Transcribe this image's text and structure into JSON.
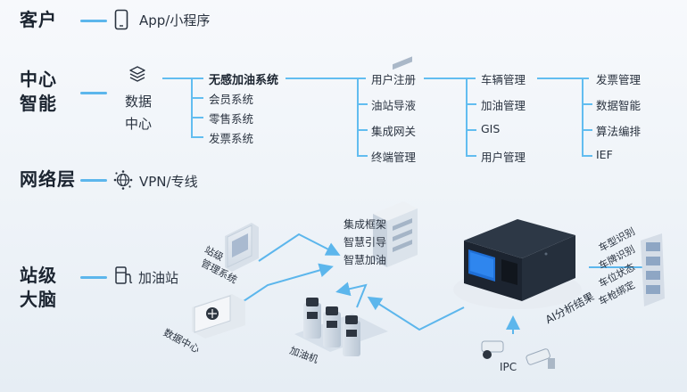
{
  "layers": {
    "customer": {
      "title": "客户",
      "item": "App/小程序",
      "icon": "mobile-phone-icon"
    },
    "center": {
      "title_line1": "中心",
      "title_line2": "智能",
      "icon": "layers-stack-icon",
      "icon_label_1": "数据",
      "icon_label_2": "中心"
    },
    "network": {
      "title": "网络层",
      "item": "VPN/专线",
      "icon": "network-globe-icon"
    },
    "station": {
      "title_line1": "站级",
      "title_line2": "大脑",
      "item": "加油站",
      "icon": "gas-station-icon"
    }
  },
  "tree": {
    "level1": [
      "无感加油系统",
      "会员系统",
      "零售系统",
      "发票系统"
    ],
    "level2": [
      "用户注册",
      "油站导液",
      "集成网关",
      "终端管理"
    ],
    "level3": [
      "车辆管理",
      "加油管理",
      "GIS",
      "用户管理"
    ],
    "level4": [
      "发票管理",
      "数据智能",
      "算法编排",
      "IEF"
    ]
  },
  "scene": {
    "station_system_label_1": "站级",
    "station_system_label_2": "管理系统",
    "data_center_label": "数据中心",
    "pump_label": "加油机",
    "center_labels": [
      "集成框架",
      "智慧引导",
      "智慧加油"
    ],
    "ai_result_label": "AI分析结果",
    "camera_label": "IPC",
    "recognition_labels": [
      "车型识别",
      "车牌识别",
      "车位状态",
      "车枪绑定"
    ]
  },
  "colors": {
    "accent": "#5cb6ec",
    "server_body": "#1c2430",
    "screen": "#1f6fd6"
  }
}
